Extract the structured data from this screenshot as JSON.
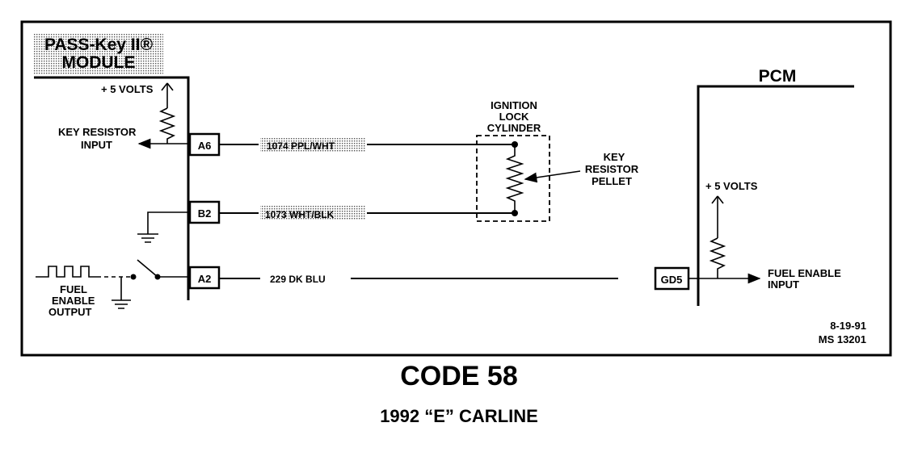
{
  "module": {
    "title_line1": "PASS-Key II®",
    "title_line2": "MODULE",
    "supply": "+ 5 VOLTS",
    "key_resistor_input_line1": "KEY RESISTOR",
    "key_resistor_input_line2": "INPUT",
    "fuel_enable_output_line1": "FUEL",
    "fuel_enable_output_line2": "ENABLE",
    "fuel_enable_output_line3": "OUTPUT"
  },
  "terminals": [
    "A6",
    "B2",
    "A2"
  ],
  "wires": [
    "1074 PPL/WHT",
    "1073 WHT/BLK",
    "229 DK BLU"
  ],
  "ignition": {
    "line1": "IGNITION",
    "line2": "LOCK",
    "line3": "CYLINDER",
    "pellet_line1": "KEY",
    "pellet_line2": "RESISTOR",
    "pellet_line3": "PELLET"
  },
  "pcm": {
    "title": "PCM",
    "supply": "+ 5 VOLTS",
    "terminal": "GD5",
    "fuel_enable_input_line1": "FUEL ENABLE",
    "fuel_enable_input_line2": "INPUT"
  },
  "footer": {
    "date": "8-19-91",
    "ms_number": "MS 13201",
    "code": "CODE 58",
    "carline": "1992 “E” CARLINE"
  }
}
